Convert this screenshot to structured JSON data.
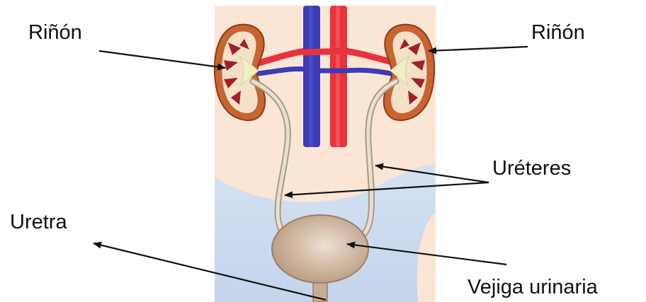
{
  "labels": {
    "kidney_left": "Riñón",
    "kidney_right": "Riñón",
    "ureters": "Uréteres",
    "urethra": "Uretra",
    "bladder": "Vejiga urinaria"
  },
  "colors": {
    "background": "#fbe6d5",
    "abdominal_cavity": "#c9d9ee",
    "vein": "#3c3cb4",
    "artery": "#e8323c",
    "kidney_cortex": "#c86430",
    "kidney_medulla": "#a0202a",
    "renal_pelvis": "#f3edc2",
    "ureter": "#d8cdb8",
    "bladder": "#c5ad95",
    "pointer": "#111111"
  }
}
